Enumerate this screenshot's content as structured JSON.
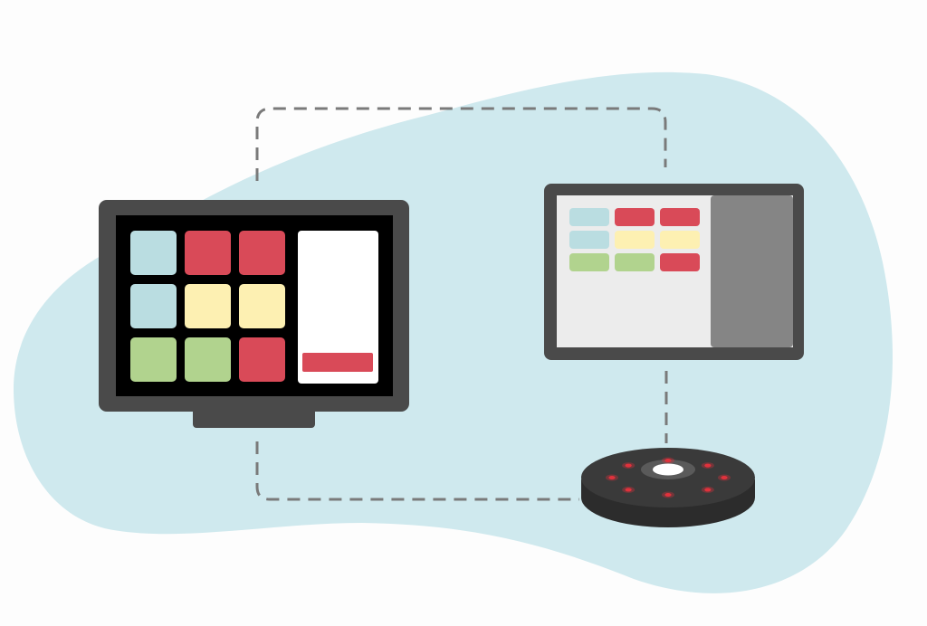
{
  "colors": {
    "page_background": "#fdfdfd",
    "blob": "#cfe9ee",
    "device_frame": "#4a4a4a",
    "dashed_connector": "#7a7a7a",
    "tile_blue": "#badde1",
    "tile_red": "#d94a58",
    "tile_yellow": "#fdf0b2",
    "tile_green": "#b1d38e",
    "order_panel": "#ffffff",
    "display_screen": "#ececec",
    "display_side_panel": "#858585",
    "pager_body": "#2c2c2c",
    "pager_light": "#e0323c"
  },
  "pos_terminal": {
    "tile_grid": [
      [
        "blue",
        "red",
        "red"
      ],
      [
        "blue",
        "yellow",
        "yellow"
      ],
      [
        "green",
        "green",
        "red"
      ]
    ]
  },
  "order_display": {
    "tile_grid": [
      [
        "blue",
        "red",
        "red"
      ],
      [
        "blue",
        "yellow",
        "yellow"
      ],
      [
        "green",
        "green",
        "red"
      ]
    ]
  },
  "pager": {
    "light_count": 8
  },
  "connections": [
    [
      "pos-terminal",
      "order-display"
    ],
    [
      "order-display",
      "guest-pager"
    ],
    [
      "pos-terminal",
      "guest-pager"
    ]
  ]
}
